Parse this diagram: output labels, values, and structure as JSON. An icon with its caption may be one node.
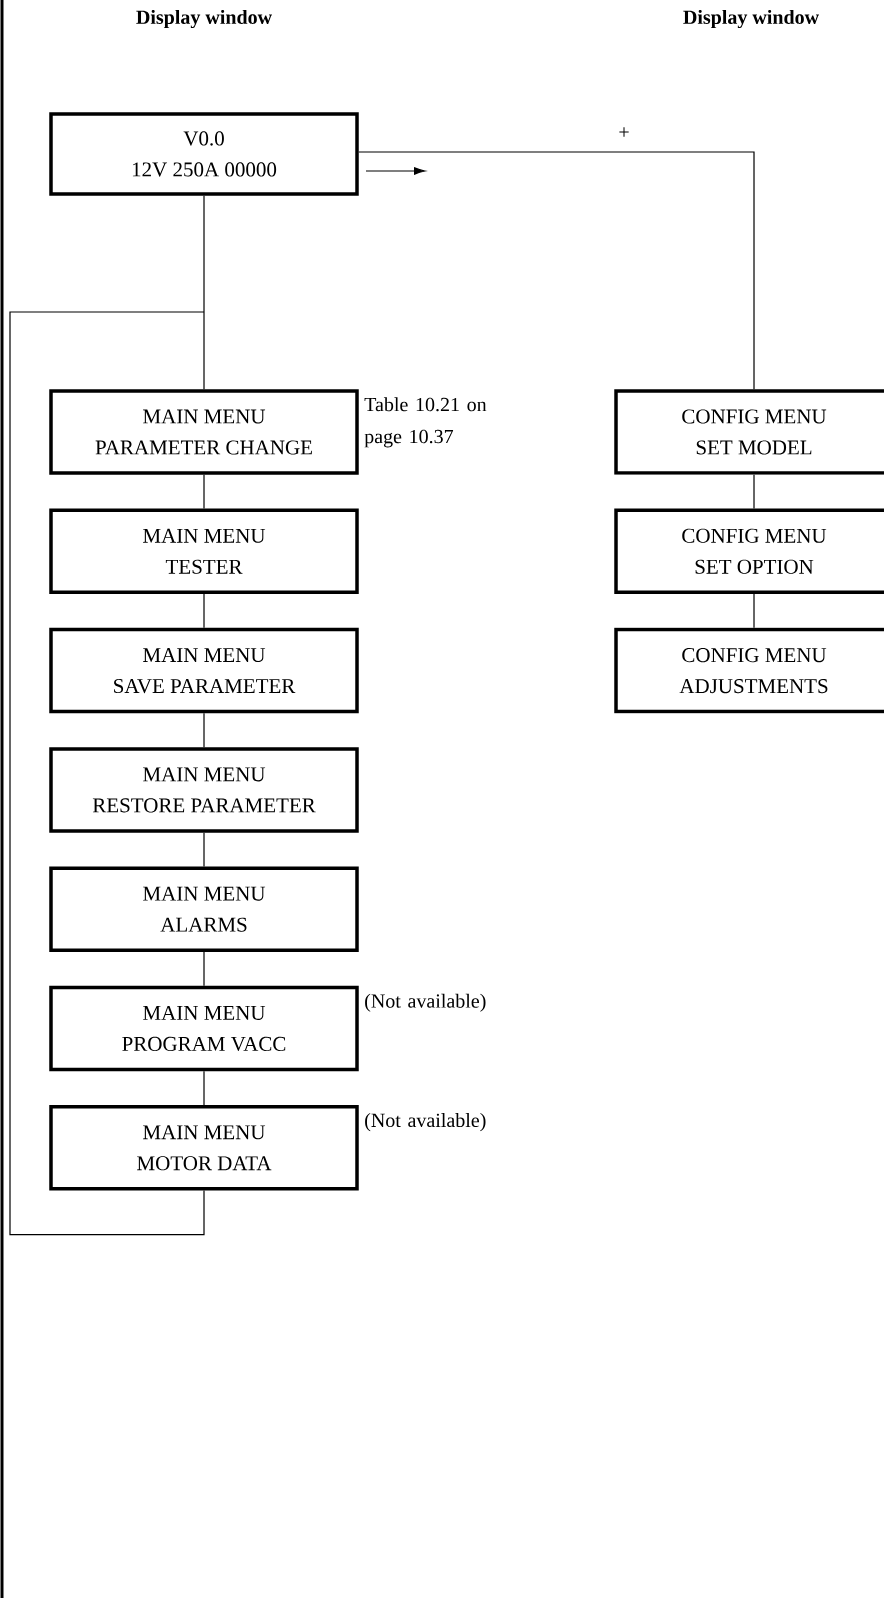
{
  "diagram": {
    "nodes": [
      {
        "text": [
          "V0.0",
          "12V 250A 00000"
        ]
      },
      {
        "text": [
          "MAIN MENU",
          "PARAMETER CHANGE"
        ],
        "beside": [
          "Table 10.21 on page 10.37"
        ]
      },
      {
        "text": [
          "MAIN MENU",
          "TESTER"
        ]
      },
      {
        "text": [
          "MAIN MENU",
          "SAVE PARAMETER"
        ]
      },
      {
        "text": [
          "MAIN MENU",
          "RESTORE PARAMETER"
        ]
      },
      {
        "text": [
          "MAIN MENU",
          "ALARMS"
        ]
      },
      {
        "text": [
          "MAIN MENU",
          "PROGRAM VACC"
        ],
        "beside": [
          "(Not available)"
        ]
      },
      {
        "text": [
          "MAIN MENU",
          "MOTOR DATA"
        ],
        "beside": [
          "(Not available)"
        ]
      },
      {
        "text": [
          "CONFIG MENU",
          "SET MODEL"
        ]
      },
      {
        "text": [
          "CONFIG MENU",
          "SET OPTION"
        ]
      },
      {
        "text": [
          "CONFIG MENU",
          "ADJUSTMENTS"
        ]
      }
    ],
    "edges": [
      {
        "from": 0,
        "to": 1,
        "arrow": "none"
      },
      {
        "from": 1,
        "to": 2,
        "arrow": "none"
      },
      {
        "from": 2,
        "to": 3,
        "arrow": "none"
      },
      {
        "from": 3,
        "to": 4,
        "arrow": "none"
      },
      {
        "from": 4,
        "to": 5,
        "arrow": "none"
      },
      {
        "from": 5,
        "to": 6,
        "arrow": "none"
      },
      {
        "from": 6,
        "to": 7,
        "arrow": "none"
      },
      {
        "from": 7,
        "to": 1,
        "arrow": "none"
      },
      {
        "from": 0,
        "to": 8,
        "arrow": "none",
        "label": "+"
      },
      {
        "from": 8,
        "to": 9,
        "arrow": "none"
      },
      {
        "from": 9,
        "to": 10,
        "arrow": "none"
      }
    ],
    "labels": [
      "Display window",
      "Display window"
    ]
  }
}
